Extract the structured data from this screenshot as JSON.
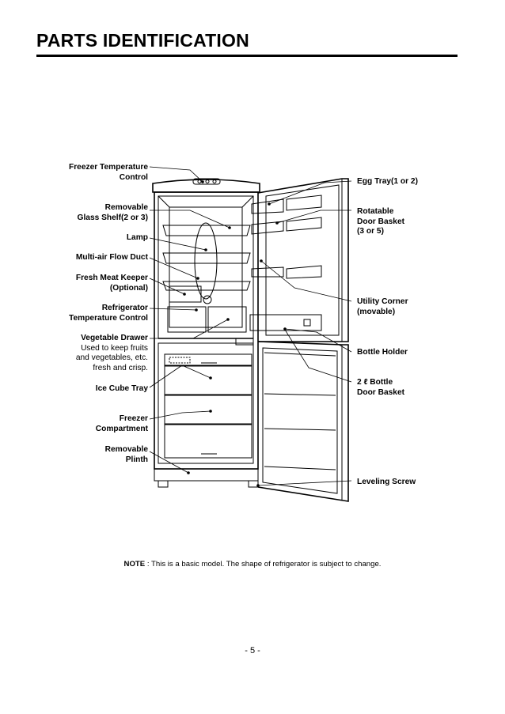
{
  "page": {
    "title": "PARTS IDENTIFICATION",
    "note_label": "NOTE",
    "note_text": " : This is a basic model. The shape of refrigerator is subject to change.",
    "page_number": "- 5 -"
  },
  "labels_left": {
    "freezer_temp": [
      "Freezer Temperature",
      "Control"
    ],
    "glass_shelf": [
      "Removable",
      "Glass Shelf(2 or 3)"
    ],
    "lamp": "Lamp",
    "flow_duct": "Multi-air Flow Duct",
    "meat_keeper": [
      "Fresh Meat Keeper",
      "(Optional)"
    ],
    "fridge_temp": [
      "Refrigerator",
      "Temperature Control"
    ],
    "veg_drawer_title": "Vegetable Drawer",
    "veg_drawer_desc": [
      "Used to keep fruits",
      "and vegetables, etc.",
      "fresh and crisp."
    ],
    "ice_tray": "Ice Cube Tray",
    "freezer_comp": [
      "Freezer",
      "Compartment"
    ],
    "plinth": [
      "Removable",
      "Plinth"
    ]
  },
  "labels_right": {
    "egg_tray": "Egg Tray(1 or 2)",
    "door_basket": [
      "Rotatable",
      "Door Basket",
      "(3 or 5)"
    ],
    "utility_corner": [
      "Utility Corner",
      "(movable)"
    ],
    "bottle_holder": "Bottle Holder",
    "bottle_basket": [
      "2 ℓ  Bottle",
      "Door Basket"
    ],
    "leveling_screw": "Leveling Screw"
  }
}
